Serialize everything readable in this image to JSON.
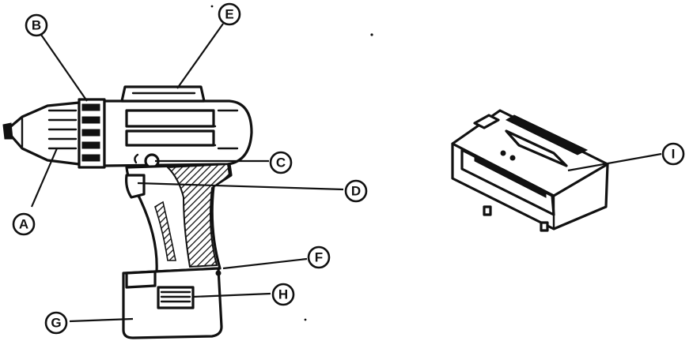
{
  "callouts": {
    "a": "A",
    "b": "B",
    "c": "C",
    "d": "D",
    "e": "E",
    "f": "F",
    "g": "G",
    "h": "H",
    "i": "I"
  }
}
